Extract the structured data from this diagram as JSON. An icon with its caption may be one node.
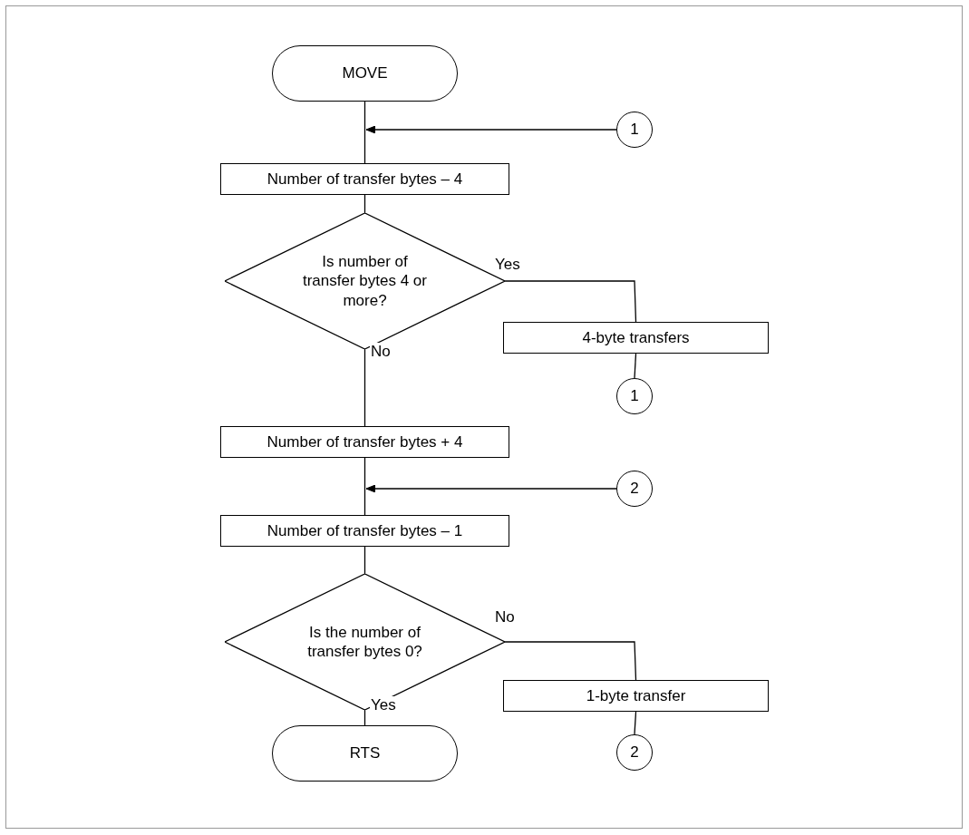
{
  "diagram": {
    "nodes": [
      {
        "text": [
          "MOVE"
        ]
      },
      {
        "text": [
          "1"
        ]
      },
      {
        "text": [
          "Number of transfer bytes – 4"
        ]
      },
      {
        "text": [
          "Is number of transfer bytes 4 or more?"
        ]
      },
      {
        "text": [
          "4-byte transfers"
        ]
      },
      {
        "text": [
          "1"
        ]
      },
      {
        "text": [
          "Number of transfer bytes + 4"
        ]
      },
      {
        "text": [
          "2"
        ]
      },
      {
        "text": [
          "Number of transfer bytes – 1"
        ]
      },
      {
        "text": [
          "Is the number of transfer bytes 0?"
        ]
      },
      {
        "text": [
          "1-byte transfer"
        ]
      },
      {
        "text": [
          "2"
        ]
      },
      {
        "text": [
          "RTS"
        ]
      }
    ],
    "edges": [
      {
        "from": 0,
        "to": 2,
        "arrow": "none"
      },
      {
        "from": 1,
        "to": null,
        "arrow": "to"
      },
      {
        "from": 2,
        "to": 3,
        "arrow": "none"
      },
      {
        "from": 3,
        "to": 4,
        "arrow": "none",
        "label": "Yes"
      },
      {
        "from": 4,
        "to": 5,
        "arrow": "none"
      },
      {
        "from": 3,
        "to": 6,
        "arrow": "none",
        "label": "No"
      },
      {
        "from": 6,
        "to": 8,
        "arrow": "none"
      },
      {
        "from": 7,
        "to": null,
        "arrow": "to"
      },
      {
        "from": 8,
        "to": 9,
        "arrow": "none"
      },
      {
        "from": 9,
        "to": 10,
        "arrow": "none",
        "label": "No"
      },
      {
        "from": 10,
        "to": 11,
        "arrow": "none"
      },
      {
        "from": 9,
        "to": 12,
        "arrow": "none",
        "label": "Yes"
      }
    ]
  }
}
